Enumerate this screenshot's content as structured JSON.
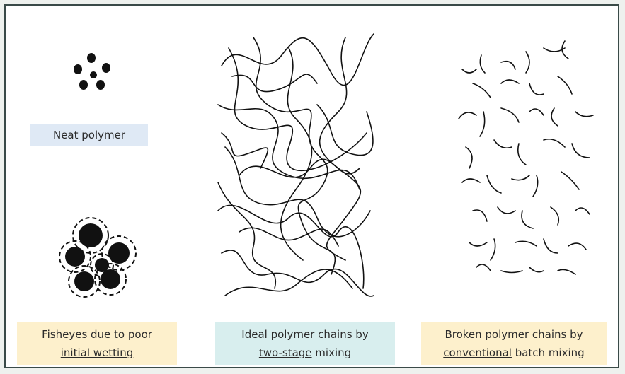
{
  "colors": {
    "neat_label_bg": "#dfe9f5",
    "fisheye_label_bg": "#fdf0cc",
    "ideal_label_bg": "#d8eeee",
    "broken_label_bg": "#fdf0cc",
    "ink": "#111111"
  },
  "labels": {
    "neat": {
      "text": "Neat polymer"
    },
    "fisheye": {
      "before": "Fisheyes due to ",
      "underlined1": "poor",
      "underlined2": "initial wetting"
    },
    "ideal": {
      "line1": "Ideal polymer chains by",
      "underlined": "two-stage",
      "after": " mixing"
    },
    "broken": {
      "line1": "Broken polymer chains by",
      "underlined": "conventional",
      "after": " batch mixing"
    }
  },
  "figures": [
    {
      "name": "neat-polymer-dots",
      "kind": "small dot cluster"
    },
    {
      "name": "fisheye-cluster",
      "kind": "large agglomerate with dashed halos"
    },
    {
      "name": "ideal-chains",
      "kind": "long entangled polymer chains"
    },
    {
      "name": "broken-chains",
      "kind": "short fragmented polymer chains"
    }
  ]
}
